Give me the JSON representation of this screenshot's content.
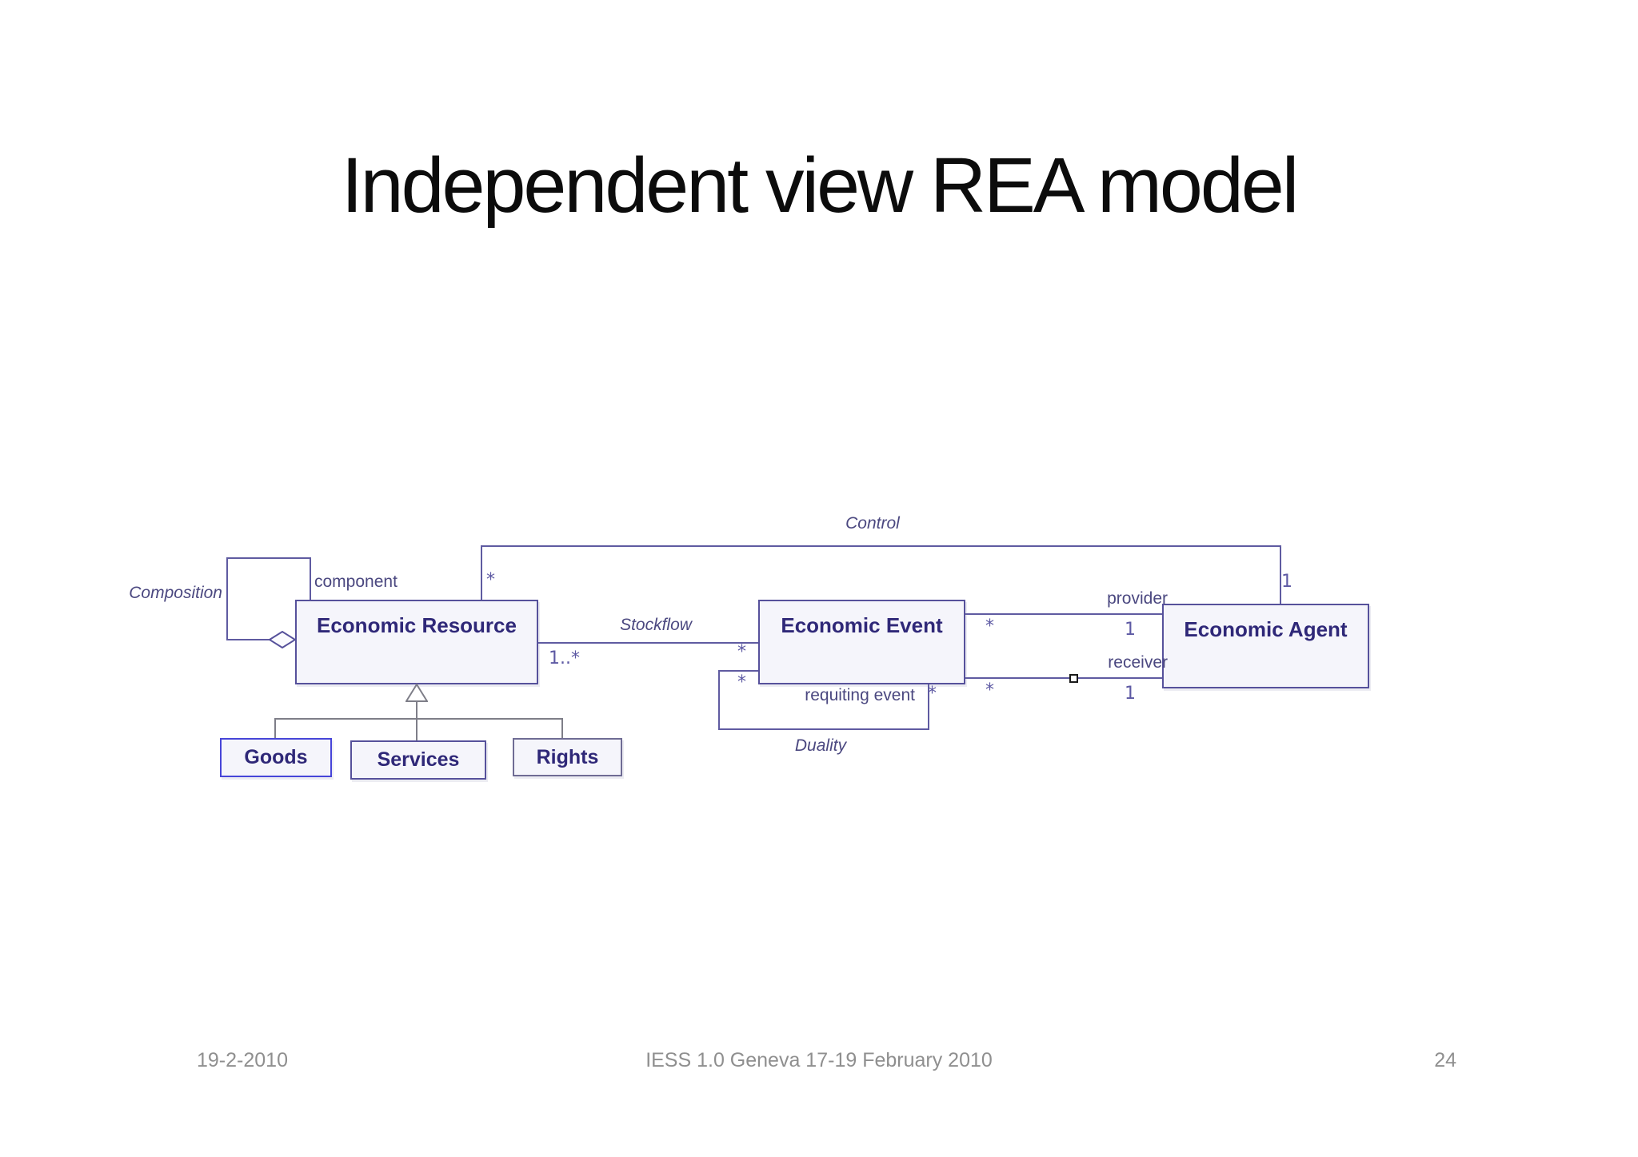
{
  "slide": {
    "title": "Independent view REA model"
  },
  "diagram": {
    "classes": {
      "resource": {
        "label": "Economic Resource"
      },
      "event": {
        "label": "Economic Event"
      },
      "agent": {
        "label": "Economic Agent"
      },
      "goods": {
        "label": "Goods"
      },
      "services": {
        "label": "Services"
      },
      "rights": {
        "label": "Rights"
      }
    },
    "labels": {
      "control": "Control",
      "composition": "Composition",
      "component": "component",
      "stockflow": "Stockflow",
      "duality": "Duality",
      "requiting_event": "requiting event",
      "provider": "provider",
      "receiver": "receiver"
    },
    "multiplicities": {
      "control_resource": "*",
      "control_agent": "1",
      "stockflow_resource": "1..*",
      "stockflow_event": "*",
      "duality_left": "*",
      "duality_right": "*",
      "provider_event": "*",
      "provider_agent": "1",
      "receiver_event": "*",
      "receiver_agent": "1"
    },
    "colors": {
      "box_fill": "#f5f5fb",
      "box_border": "#56519b",
      "class_text": "#2f2878",
      "association_line": "#5f5ba1",
      "generalization_line": "#7e7e88",
      "label_text": "#4b4880",
      "goods_border": "#4745d8"
    }
  },
  "footer": {
    "date": "19-2-2010",
    "venue": "IESS 1.0 Geneva 17-19 February 2010",
    "page_number": "24"
  }
}
